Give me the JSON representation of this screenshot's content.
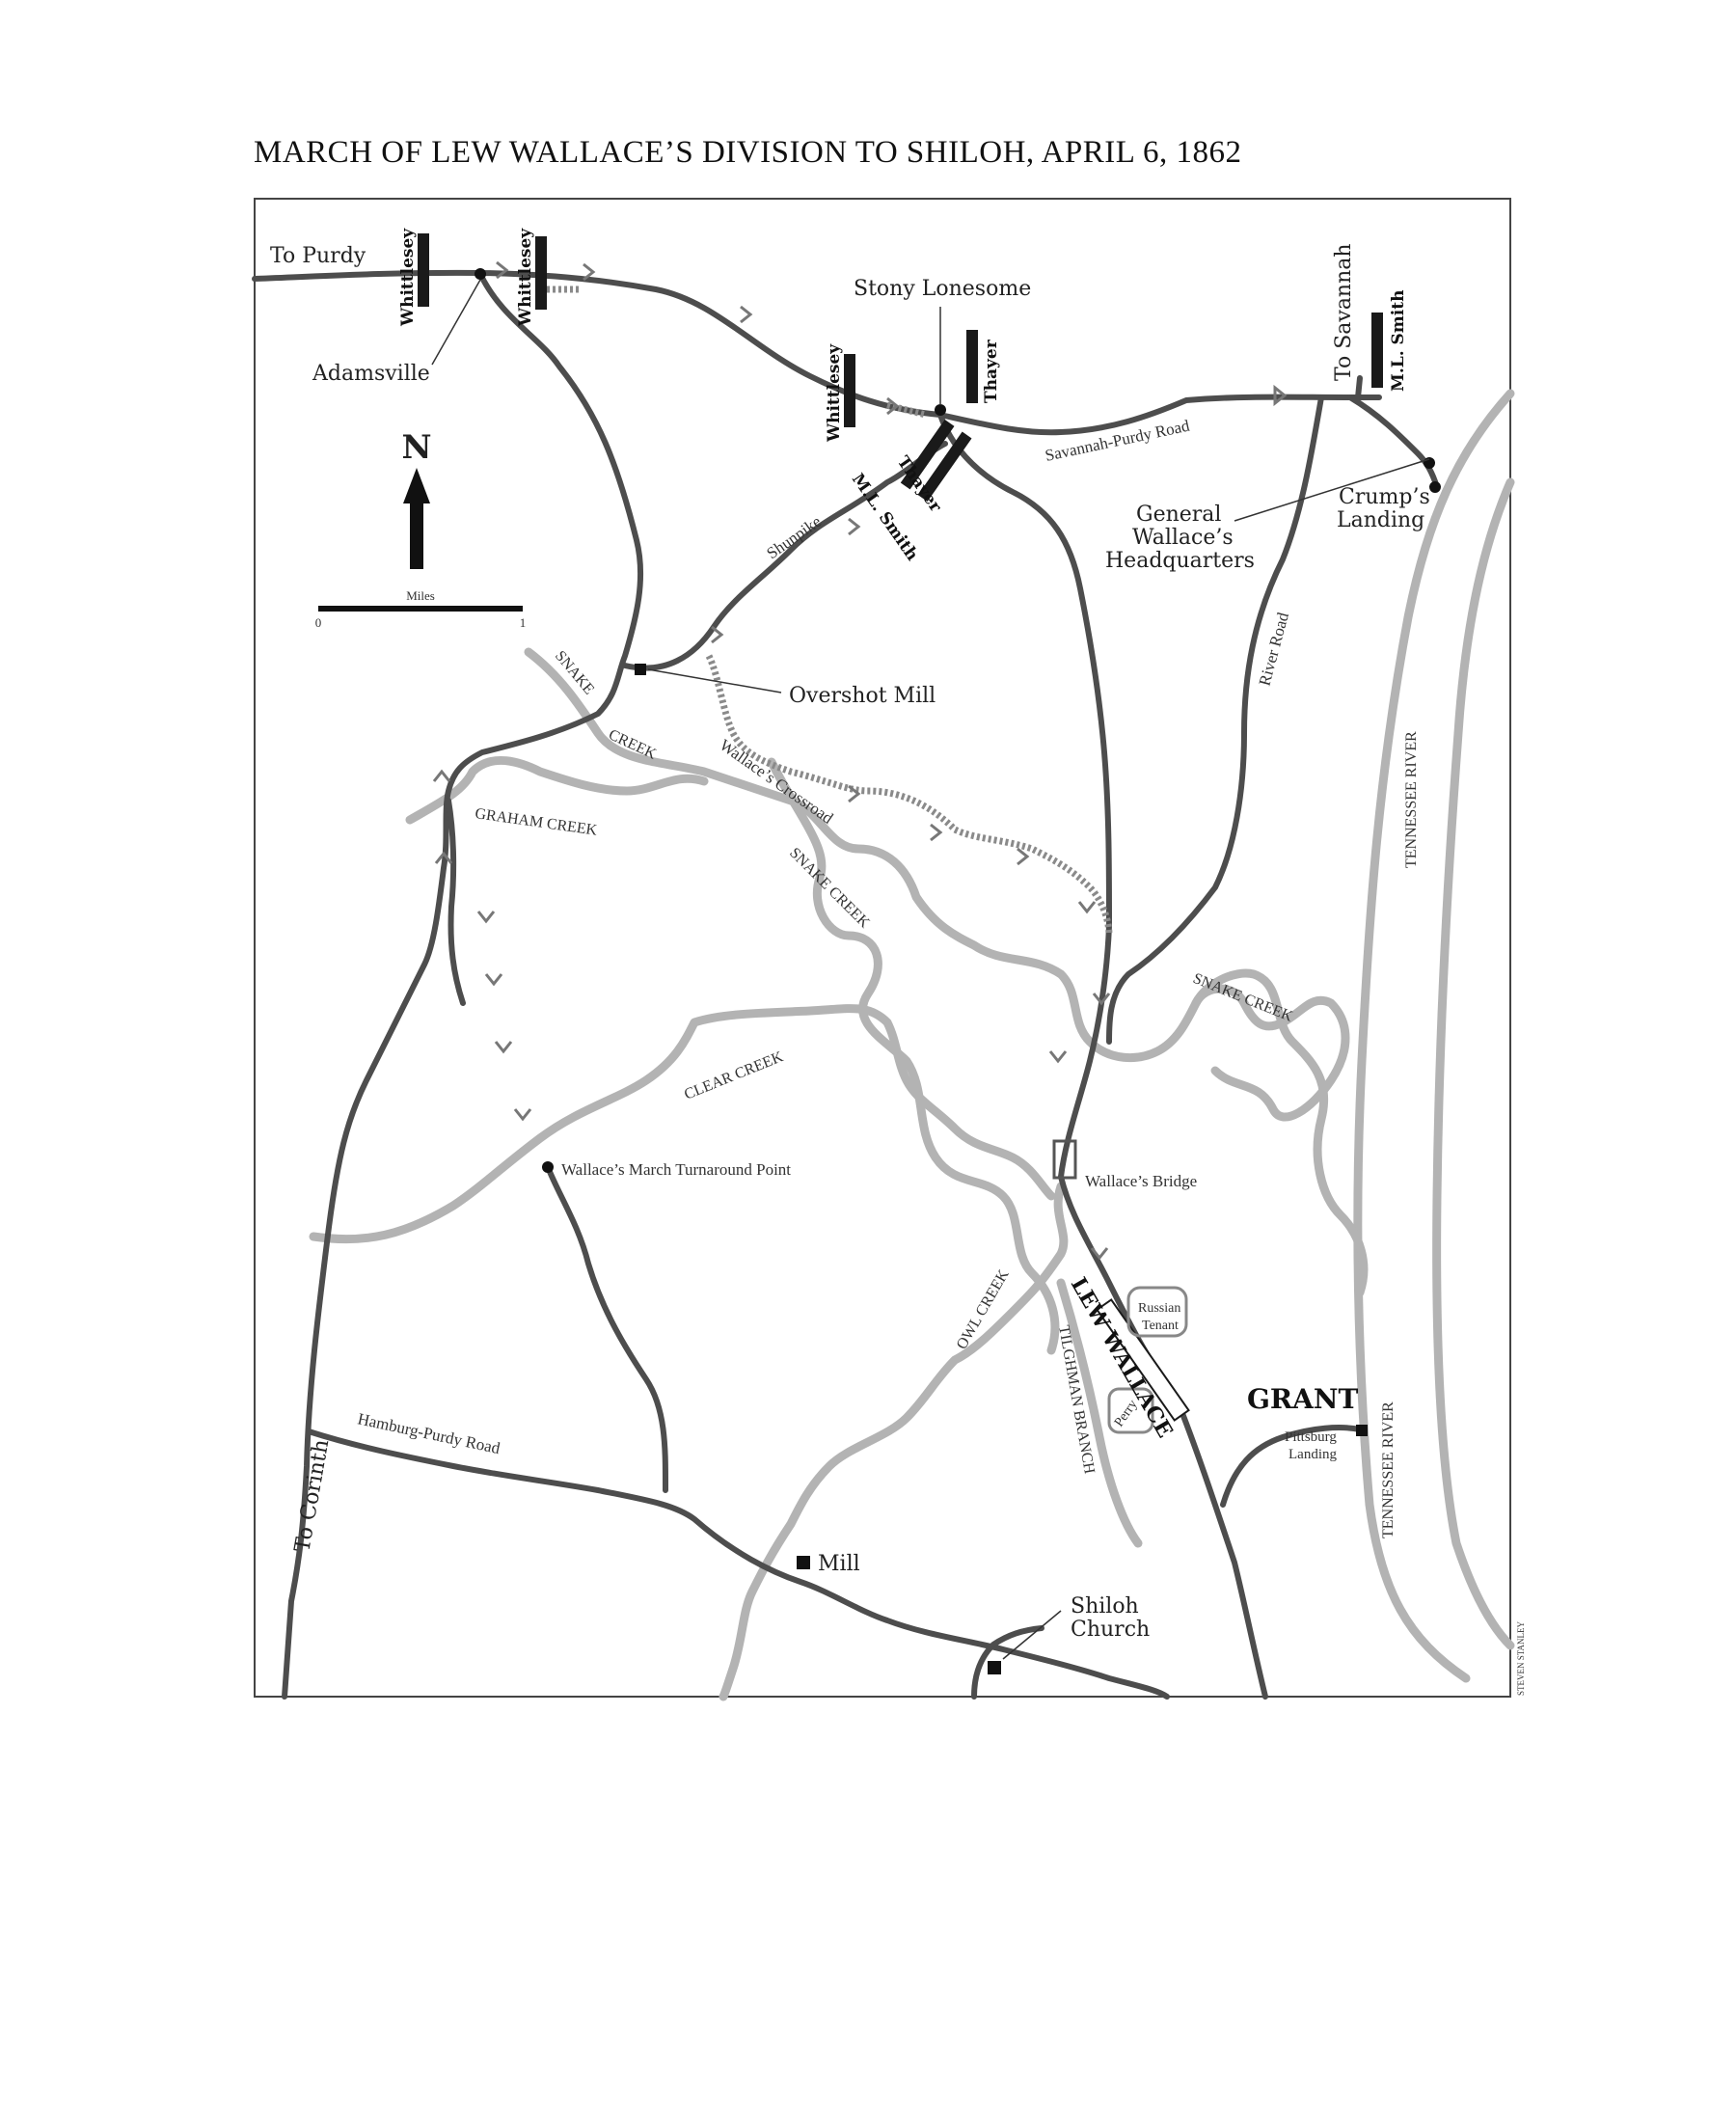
{
  "title": "MARCH OF LEW WALLACE’S DIVISION TO SHILOH, APRIL 6, 1862",
  "compass": {
    "label": "N"
  },
  "scale": {
    "unit_label": "Miles",
    "start": "0",
    "end": "1"
  },
  "places": {
    "adamsville": "Adamsville",
    "stony_lonesome": "Stony Lonesome",
    "overshot_mill": "Overshot Mill",
    "crumps_landing_1": "Crump’s",
    "crumps_landing_2": "Landing",
    "hq_1": "General",
    "hq_2": "Wallace’s",
    "hq_3": "Headquarters",
    "turnaround": "Wallace’s March Turnaround Point",
    "bridge": "Wallace’s Bridge",
    "russian_1": "Russian",
    "russian_2": "Tenant",
    "perry": "Perry",
    "pittsburg_1": "Pittsburg",
    "pittsburg_2": "Landing",
    "mill": "Mill",
    "shiloh_1": "Shiloh",
    "shiloh_2": "Church"
  },
  "roads": {
    "to_purdy": "To Purdy",
    "to_savannah": "To Savannah",
    "savannah_purdy": "Savannah-Purdy Road",
    "shunpike": "Shunpike",
    "river_road": "River Road",
    "wallaces_crossroad": "Wallace’s Crossroad",
    "hamburg_purdy": "Hamburg-Purdy Road",
    "to_corinth": "To Corinth"
  },
  "water": {
    "snake_creek_1": "SNAKE",
    "snake_creek_2": "CREEK",
    "graham_creek": "GRAHAM CREEK",
    "snake_creek_mid": "SNAKE CREEK",
    "snake_creek_east": "SNAKE CREEK",
    "clear_creek": "CLEAR CREEK",
    "owl_creek": "OWL CREEK",
    "tilghman_branch": "TILGHMAN BRANCH",
    "tennessee_river_1": "TENNESSEE RIVER",
    "tennessee_river_2": "TENNESSEE RIVER"
  },
  "units": {
    "whittlesey_1": "Whittlesey",
    "whittlesey_2": "Whittlesey",
    "whittlesey_3": "Whittlesey",
    "thayer_1": "Thayer",
    "thayer_2": "Thayer",
    "ml_smith_1": "M.L. Smith",
    "ml_smith_2": "M.L. Smith",
    "lew_wallace": "LEW WALLACE",
    "grant": "GRANT"
  },
  "credit": "STEVEN STANLEY",
  "colors": {
    "road": "#4d4d4d",
    "water": "#b3b3b3",
    "march": "#8a8a8a",
    "unit": "#1a1a1a"
  }
}
